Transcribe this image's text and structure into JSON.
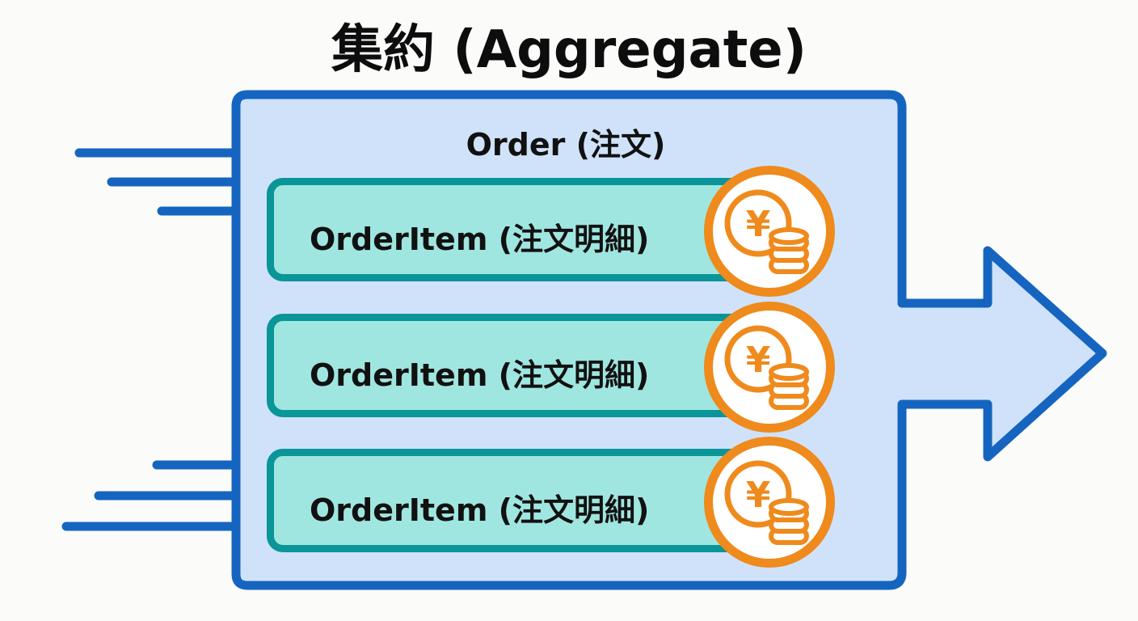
{
  "title": "集約 (Aggregate)",
  "aggregate_root": {
    "label": "Order (注文)"
  },
  "items": [
    {
      "label": "OrderItem (注文明細)",
      "icon": "yen-coins-icon"
    },
    {
      "label": "OrderItem (注文明細)",
      "icon": "yen-coins-icon"
    },
    {
      "label": "OrderItem (注文明細)",
      "icon": "yen-coins-icon"
    }
  ],
  "colors": {
    "boundary_border": "#1565c0",
    "boundary_fill": "#cfe2fa",
    "item_border": "#0a9598",
    "item_fill": "#a0e6e0",
    "coin_accent": "#ef8a1c",
    "background": "#fbfbf9"
  },
  "decorations": {
    "incoming_lines_top": 3,
    "incoming_lines_bottom": 3,
    "outgoing_arrow": "right-arrow"
  }
}
